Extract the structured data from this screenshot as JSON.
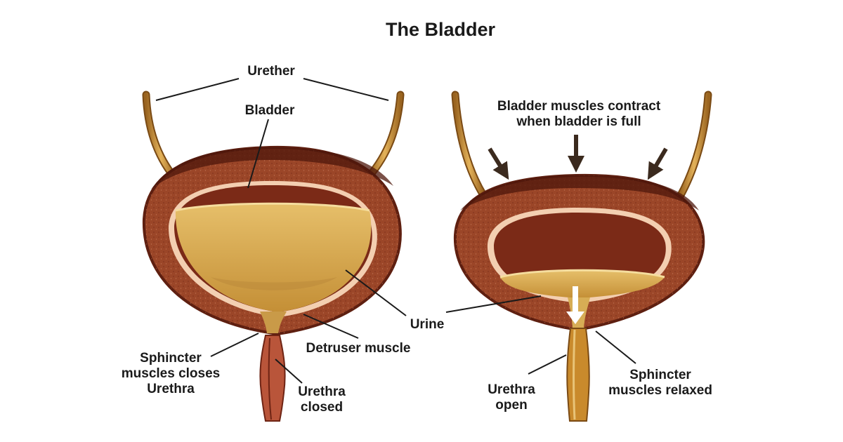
{
  "title": "The Bladder",
  "colors": {
    "tube": "#c98a2c",
    "wall_dark": "#5e1f10",
    "wall": "#9b4628",
    "wall_inner": "#b86a4c",
    "lining": "#f3cfb1",
    "cavity": "#7b2a17",
    "urine": "#cf9e44",
    "leader": "#1a1a1a"
  },
  "left": {
    "label_urether": "Urether",
    "label_bladder": "Bladder",
    "label_sphincter": [
      "Sphincter",
      "muscles closes",
      "Urethra"
    ],
    "label_detruser": "Detruser muscle",
    "label_urethra": [
      "Urethra",
      "closed"
    ]
  },
  "right": {
    "label_contract": [
      "Bladder muscles contract",
      "when bladder is full"
    ],
    "label_sphincter": [
      "Sphincter",
      "muscles relaxed"
    ],
    "label_urethra": [
      "Urethra",
      "open"
    ]
  },
  "shared": {
    "label_urine": "Urine"
  }
}
